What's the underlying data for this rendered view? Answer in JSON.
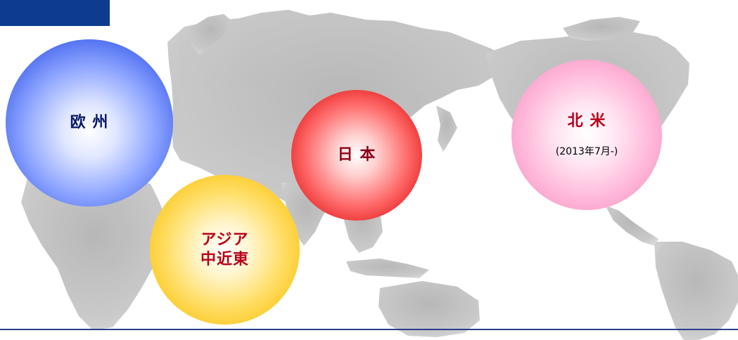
{
  "colors": {
    "header_bar": "#0d3c8f",
    "bottom_rule": "#2b3f8c",
    "map_land": "#b9b9b9"
  },
  "regions": [
    {
      "id": "europe",
      "label": "欧 州",
      "color": "#3b5bf0"
    },
    {
      "id": "asia",
      "label_line1": "アジア",
      "label_line2": "中近東",
      "color": "#f9c21a"
    },
    {
      "id": "japan",
      "label": "日 本",
      "color": "#e21a1a"
    },
    {
      "id": "north_america",
      "label": "北 米",
      "note": "(2013年7月-)",
      "color": "#f59ac4"
    }
  ]
}
